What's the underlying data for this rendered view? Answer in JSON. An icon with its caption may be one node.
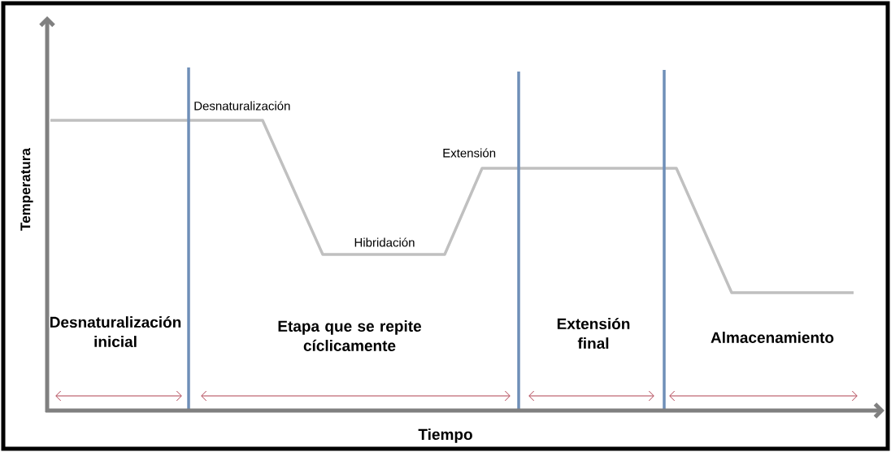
{
  "diagram": {
    "labels": [
      "Desnaturalización",
      "Extensión",
      "Temperatura",
      "Hibridación",
      "Desnaturalización inicial",
      "Etapa que se repite cíclicamente",
      "Extensión final",
      "Almacenamiento",
      "Tiempo"
    ]
  }
}
